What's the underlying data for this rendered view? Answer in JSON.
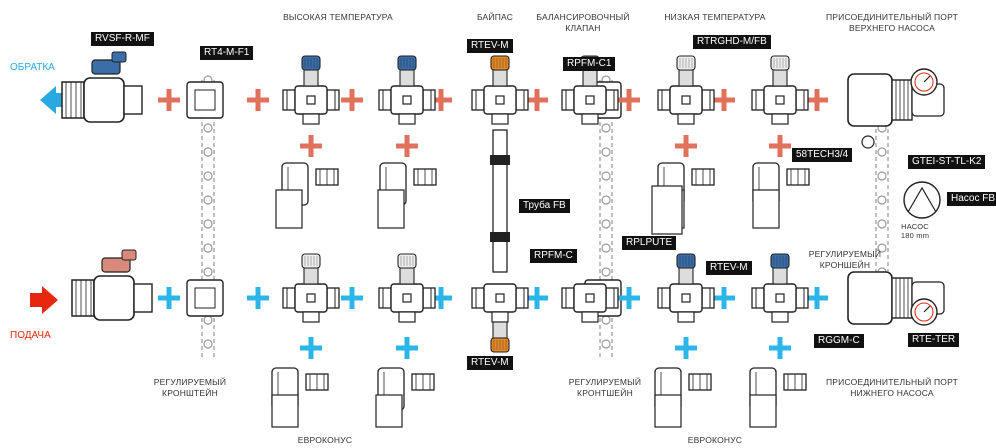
{
  "headers": {
    "high_temp": "ВЫСОКАЯ ТЕМПЕРАТУРА",
    "bypass": "БАЙПАС",
    "balancing_1": "БАЛАНСИРОВОЧНЫЙ",
    "balancing_2": "КЛАПАН",
    "low_temp": "НИЗКАЯ ТЕМПЕРАТУРА",
    "upper_port_1": "ПРИСОЕДИНИТЕЛЬНЫЙ ПОРТ",
    "upper_port_2": "ВЕРХНЕГО НАСОСА",
    "bracket_left_1": "РЕГУЛИРУЕМЫЙ",
    "bracket_left_2": "КРОНШТЕЙН",
    "bracket_mid_1": "РЕГУЛИРУЕМЫЙ",
    "bracket_mid_2": "КРОНТШЕЙН",
    "bracket_right_1": "РЕГУЛИРУЕМЫЙ",
    "bracket_right_2": "КРОНШЕЙН",
    "lower_port_1": "ПРИСОЕДИНИТЕЛЬНЫЙ ПОРТ",
    "lower_port_2": "НИЖНЕГО НАСОСА",
    "eurocone_1": "ЕВРОКОНУС",
    "eurocone_2": "ЕВРОКОНУС",
    "pump_1": "НАСОС",
    "pump_2": "180 mm"
  },
  "sides": {
    "return": "ОБРАТКА",
    "supply": "ПОДАЧА"
  },
  "tags": {
    "rvsf": "RVSF-R-MF",
    "rt4": "RT4-M-F1",
    "rtev_top": "RTEV-M",
    "rpfm_c1": "RPFM-C1",
    "rtrghd": "RTRGHD-M/FB",
    "tech": "58TECH3/4",
    "gtei": "GTEI-ST-TL-K2",
    "pipe": "Труба FB",
    "pump_tag": "Насос FB",
    "rplpute": "RPLPUTE",
    "rpfm_c": "RPFM-C",
    "rtev_mid": "RTEV-M",
    "rtev_bot": "RTEV-M",
    "rggm": "RGGM-C",
    "rte_ter": "RTE-TER"
  },
  "colors": {
    "return_blue": "#29a9e1",
    "supply_red": "#e8280e",
    "plus_orange": "#e0715a",
    "plus_cyan": "#2cb5e8",
    "cap_blue": "#3b6ea8",
    "cap_orange": "#e08a2a",
    "body_gray": "#8a8a8a",
    "tag_bg": "#111111"
  }
}
